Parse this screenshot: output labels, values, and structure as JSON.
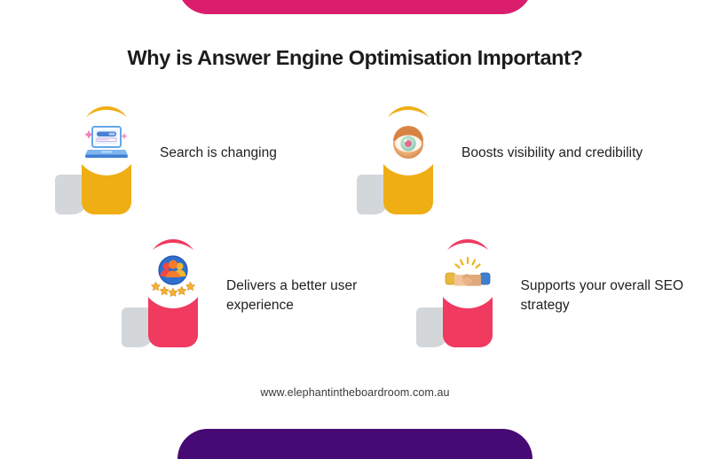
{
  "page": {
    "title": "Why is Answer Engine Optimisation Important?",
    "footer_url": "www.elephantintheboardroom.com.au"
  },
  "decor": {
    "top_banner_color": "#db1d6e",
    "bottom_banner_color": "#460a74"
  },
  "colors": {
    "pill_orange": "#efae14",
    "pill_pink": "#f03a5f",
    "fold_grey": "#d3d7da",
    "title_text": "#1c1c1c",
    "body_text": "#1f1f1f"
  },
  "benefits": [
    {
      "label": "Search is changing",
      "icon": "laptop-search-icon",
      "pill_color": "#efae14"
    },
    {
      "label": "Boosts visibility and credibility",
      "icon": "eye-icon",
      "pill_color": "#efae14"
    },
    {
      "label": "Delivers a better user experience",
      "icon": "people-stars-rating-icon",
      "pill_color": "#f03a5f"
    },
    {
      "label": "Supports your overall SEO strategy",
      "icon": "handshake-icon",
      "pill_color": "#f03a5f"
    }
  ]
}
